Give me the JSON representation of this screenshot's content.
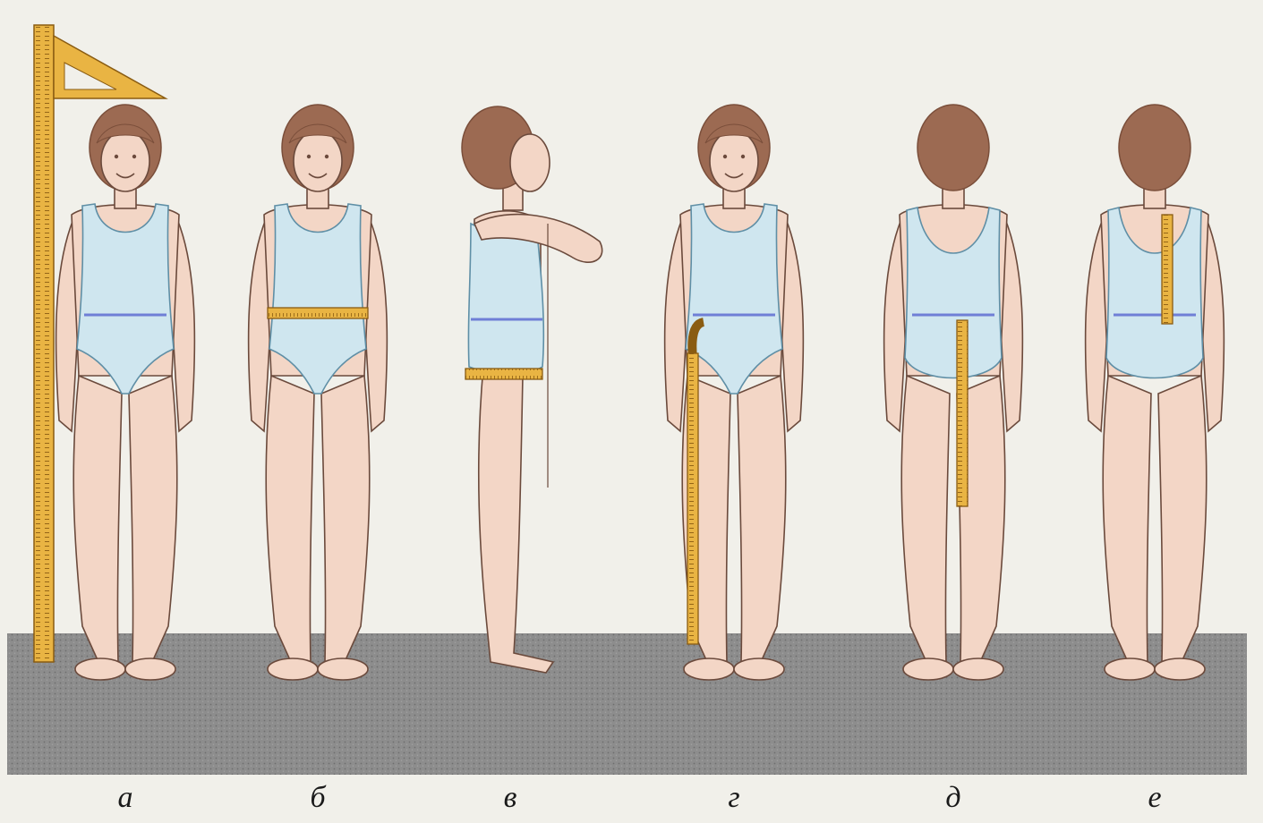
{
  "labels": [
    "а",
    "б",
    "в",
    "г",
    "д",
    "е"
  ],
  "figures": [
    {
      "view": "front",
      "tool": "height-rod"
    },
    {
      "view": "front",
      "tool": "waist-tape"
    },
    {
      "view": "side",
      "tool": "hip-tape"
    },
    {
      "view": "front",
      "tool": "side-length-tape"
    },
    {
      "view": "back",
      "tool": "back-length-tape"
    },
    {
      "view": "back",
      "tool": "back-waist-tape"
    }
  ],
  "colors": {
    "paper": "#f1f0ea",
    "skin": "#f3d6c6",
    "skin_shade": "#e8bfa9",
    "outline": "#6b4a3c",
    "hair": "#9c6a52",
    "hair_dark": "#7a4e3a",
    "swimsuit": "#cfe6ef",
    "swimsuit_line": "#5f8fa6",
    "waist_line": "#6f7fd6",
    "tape": "#e9b443",
    "tape_edge": "#8a5c12",
    "floor": "#8d8d8d",
    "floor_dark": "#6e6e6e"
  }
}
